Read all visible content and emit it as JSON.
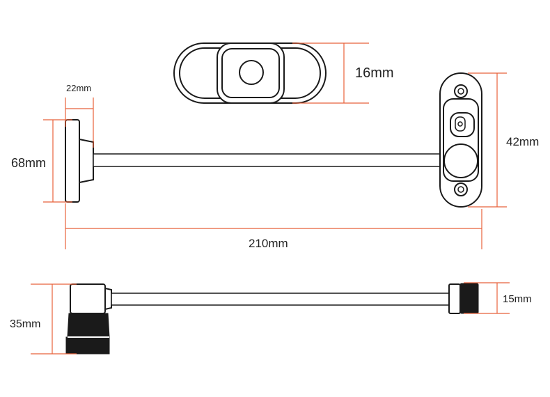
{
  "dimensions": {
    "plate_height": "16mm",
    "flange_width": "22mm",
    "flange_height": "68mm",
    "bracket_height": "42mm",
    "overall_length": "210mm",
    "side_height": "35mm",
    "end_cap_height": "15mm"
  },
  "colors": {
    "dimension_line": "#e8623a",
    "outline": "#1a1a1a",
    "background": "#ffffff"
  }
}
